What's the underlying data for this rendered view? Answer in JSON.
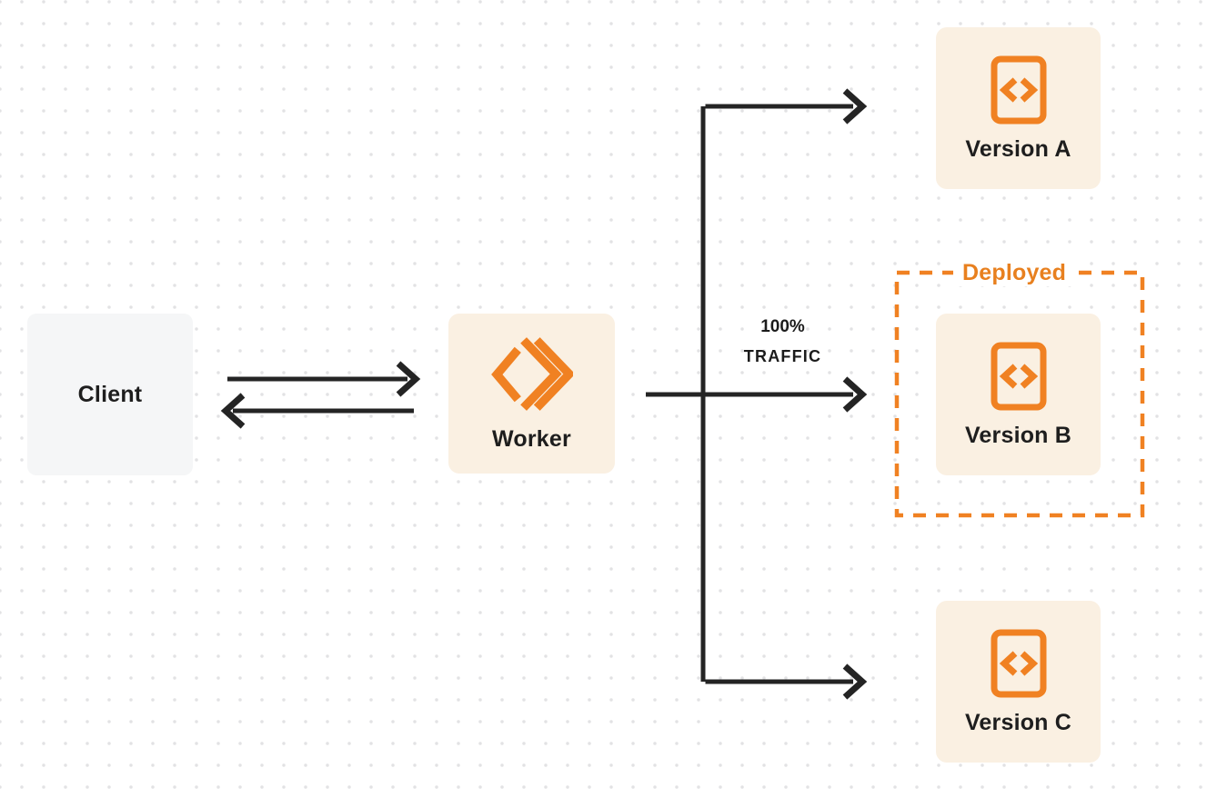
{
  "diagram": {
    "title": "worker-traffic-routing-diagram",
    "nodes": {
      "client": {
        "label": "Client"
      },
      "worker": {
        "label": "Worker",
        "icon": "workers-logo-icon"
      },
      "version_a": {
        "label": "Version A",
        "icon": "code-file-icon"
      },
      "version_b": {
        "label": "Version B",
        "icon": "code-file-icon"
      },
      "version_c": {
        "label": "Version C",
        "icon": "code-file-icon"
      }
    },
    "annotations": {
      "deployed": {
        "label": "Deployed"
      },
      "traffic": {
        "line1": "100%",
        "line2": "TRAFFIC"
      }
    },
    "colors": {
      "accent_orange": "#f08122",
      "deployed_text_orange": "#e8801f",
      "node_cream_bg": "#faf0e2",
      "node_gray_bg": "#f5f6f7",
      "arrow_dark": "#242424",
      "dot_grid": "#e2e2e4"
    }
  }
}
